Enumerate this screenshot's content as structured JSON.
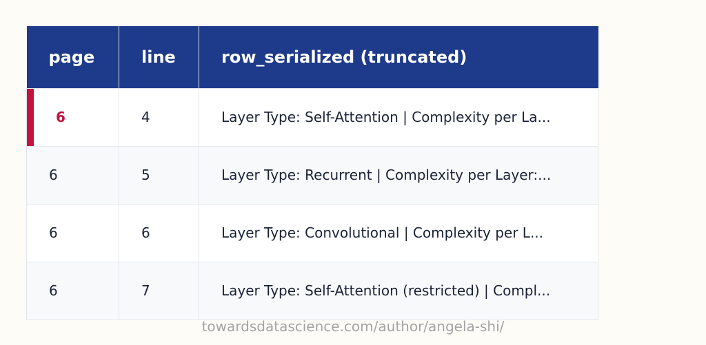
{
  "table": {
    "headers": [
      "page",
      "line",
      "row_serialized (truncated)"
    ],
    "rows": [
      {
        "page": "6",
        "line": "4",
        "row": "Layer Type: Self-Attention | Complexity per La..."
      },
      {
        "page": "6",
        "line": "5",
        "row": "Layer Type: Recurrent | Complexity per Layer:..."
      },
      {
        "page": "6",
        "line": "6",
        "row": "Layer Type: Convolutional | Complexity per L..."
      },
      {
        "page": "6",
        "line": "7",
        "row": "Layer Type: Self-Attention (restricted) | Compl..."
      }
    ],
    "highlighted_row_index": 0
  },
  "caption": "towardsdatascience.com/author/angela-shi/",
  "colors": {
    "header_bg": "#1e3a8a",
    "highlight": "#c2143f"
  }
}
